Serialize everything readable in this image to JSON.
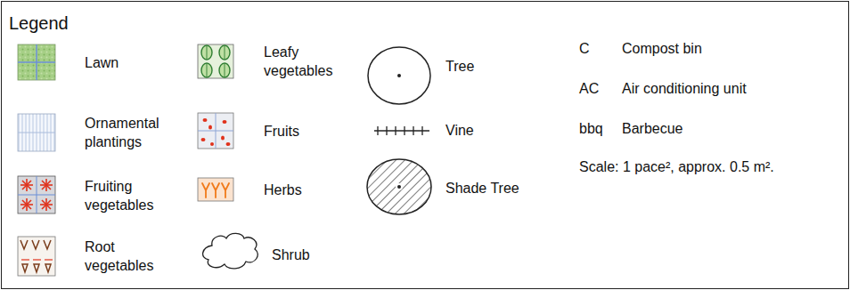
{
  "diagram": {
    "title": "Legend",
    "labels": [
      "C",
      "AC",
      "bbq",
      "Scale: 1 pace², approx. 0.5 m²."
    ],
    "legend": [
      {
        "text": "Lawn"
      },
      {
        "text": "Ornamental plantings"
      },
      {
        "text": "Fruiting vegetables"
      },
      {
        "text": "Root vegetables"
      },
      {
        "text": "Leafy vegetables"
      },
      {
        "text": "Fruits"
      },
      {
        "text": "Herbs"
      },
      {
        "text": "Shrub"
      },
      {
        "text": "Tree"
      },
      {
        "text": "Vine"
      },
      {
        "text": "Shade Tree"
      },
      {
        "text": "Compost bin"
      },
      {
        "text": "Air conditioning unit"
      },
      {
        "text": "Barbecue"
      }
    ]
  }
}
